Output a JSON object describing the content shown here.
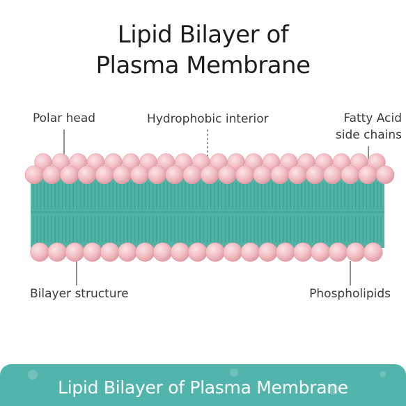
{
  "title": {
    "line1": "Lipid Bilayer of",
    "line2": "Plasma Membrane"
  },
  "labels": {
    "polar_head": "Polar head",
    "hydrophobic_interior": "Hydrophobic interior",
    "fatty_acid_line1": "Fatty Acid",
    "fatty_acid_line2": "side chains",
    "bilayer_structure": "Bilayer structure",
    "phospholipids": "Phospholipids"
  },
  "footer": {
    "caption": "Lipid Bilayer of Plasma Membrane"
  },
  "colors": {
    "head": "#f2bfc5",
    "head_shade": "#e39aa5",
    "tail": "#4fb3a6",
    "tail_line": "#3e9a8e",
    "footer": "#52b5ab"
  }
}
